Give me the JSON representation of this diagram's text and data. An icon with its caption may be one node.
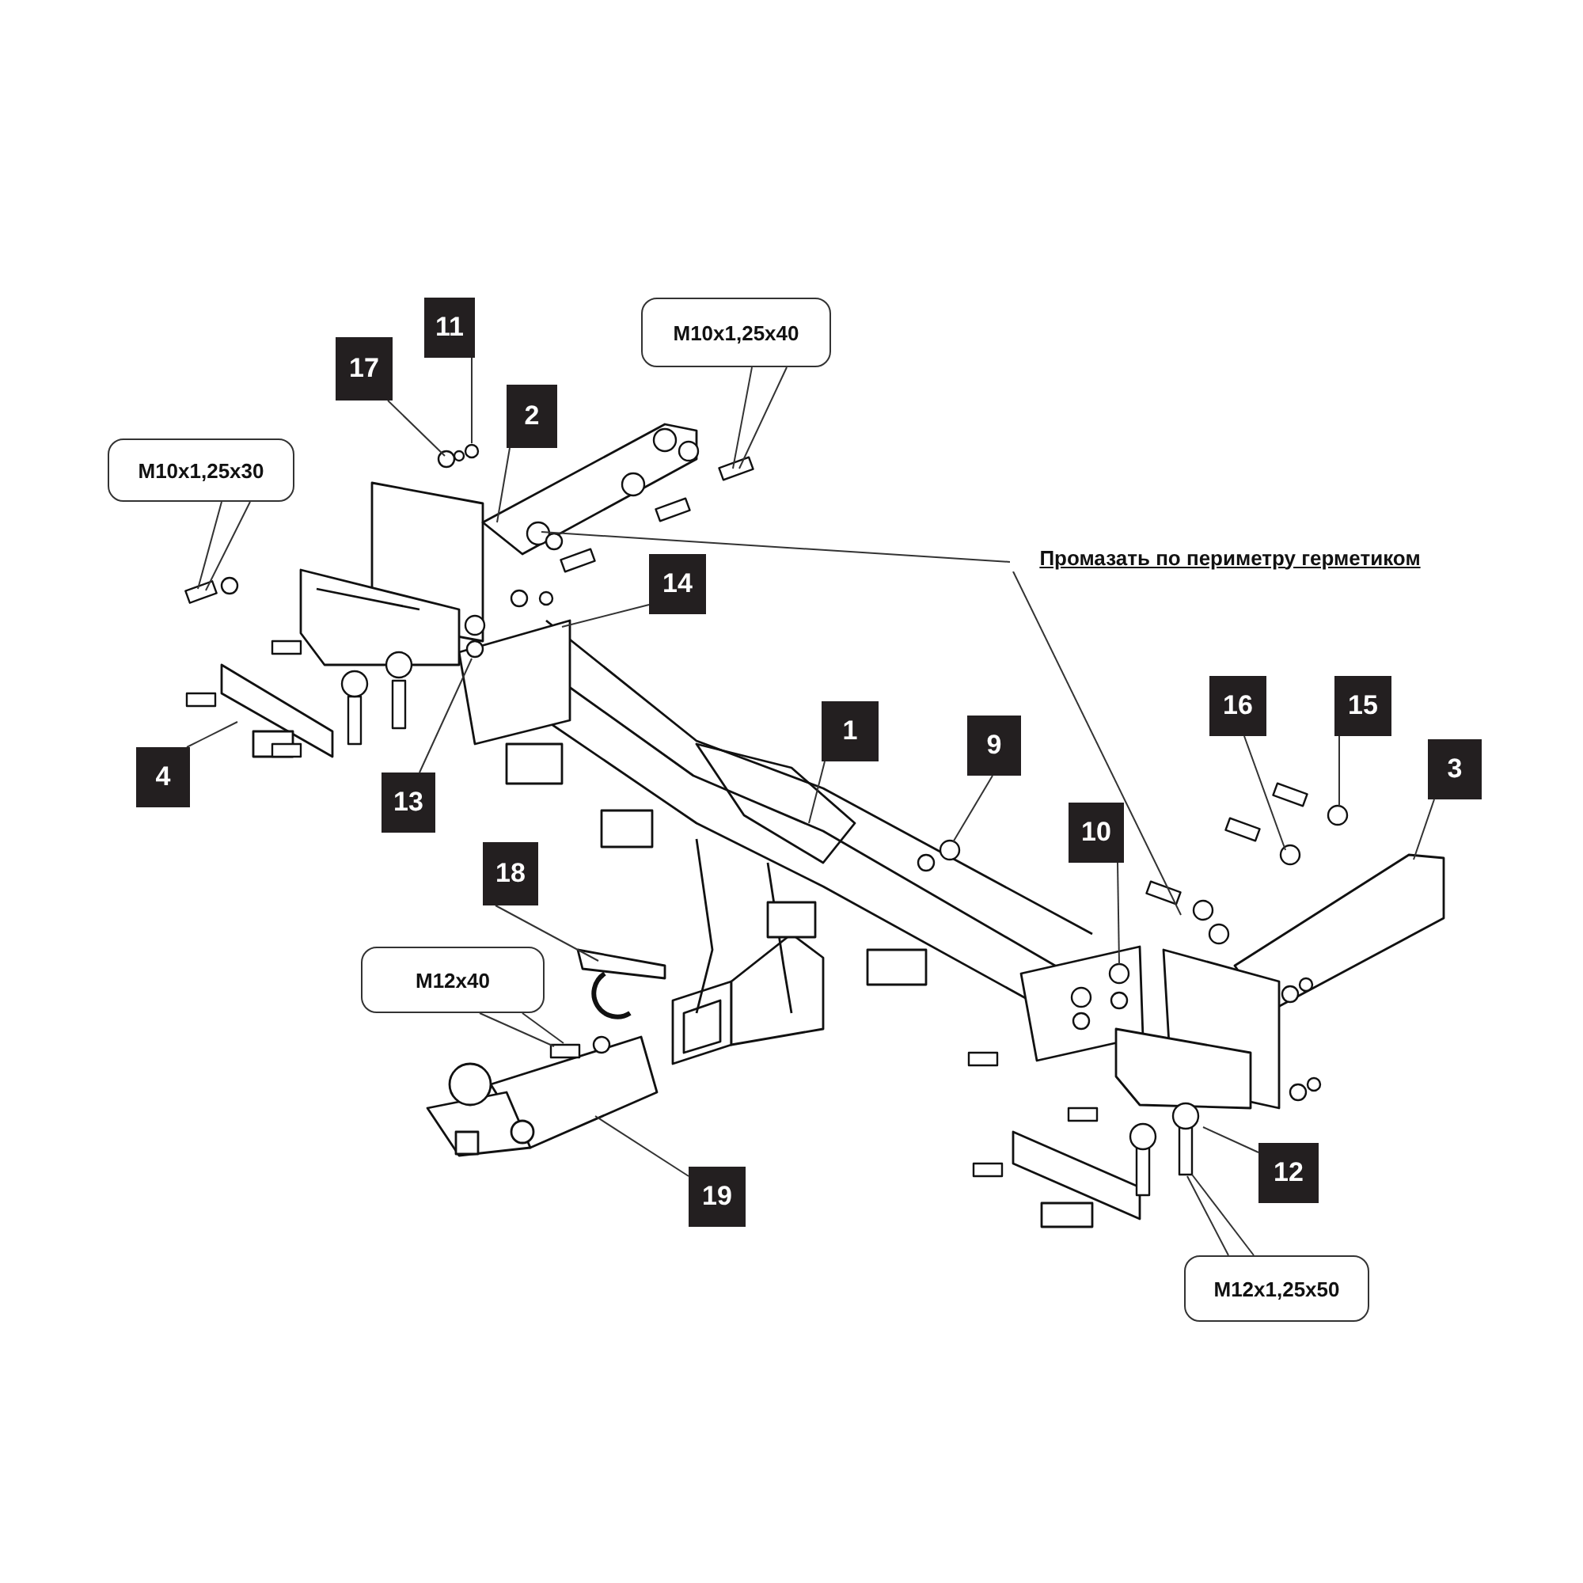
{
  "diagram": {
    "nodes": [
      {
        "text": [
          "M10x1,25x40"
        ]
      },
      {
        "text": [
          "17"
        ]
      },
      {
        "text": [
          "11"
        ]
      },
      {
        "text": [
          "2"
        ]
      },
      {
        "text": [
          "M10x1,25x30"
        ]
      },
      {
        "text": [
          "Промазать по периметру герметиком"
        ]
      },
      {
        "text": [
          "14"
        ]
      },
      {
        "text": [
          "1"
        ]
      },
      {
        "text": [
          "9"
        ]
      },
      {
        "text": [
          "16"
        ]
      },
      {
        "text": [
          "15"
        ]
      },
      {
        "text": [
          "3"
        ]
      },
      {
        "text": [
          "4"
        ]
      },
      {
        "text": [
          "13"
        ]
      },
      {
        "text": [
          "10"
        ]
      },
      {
        "text": [
          "18"
        ]
      },
      {
        "text": [
          "M12x40"
        ]
      },
      {
        "text": [
          "19"
        ]
      },
      {
        "text": [
          "12"
        ]
      },
      {
        "text": [
          "M12x1,25x50"
        ]
      }
    ],
    "edges": [
      {
        "from": 0,
        "to": null,
        "arrow": "none"
      },
      {
        "from": 0,
        "to": null,
        "arrow": "none"
      },
      {
        "from": 1,
        "to": null,
        "arrow": "none"
      },
      {
        "from": 2,
        "to": null,
        "arrow": "none"
      },
      {
        "from": 3,
        "to": null,
        "arrow": "none"
      },
      {
        "from": 4,
        "to": null,
        "arrow": "none"
      },
      {
        "from": 4,
        "to": null,
        "arrow": "none"
      },
      {
        "from": 5,
        "to": null,
        "arrow": "none"
      },
      {
        "from": 5,
        "to": null,
        "arrow": "none"
      },
      {
        "from": 6,
        "to": null,
        "arrow": "none"
      },
      {
        "from": 7,
        "to": null,
        "arrow": "none"
      },
      {
        "from": 8,
        "to": null,
        "arrow": "none"
      },
      {
        "from": 9,
        "to": null,
        "arrow": "none"
      },
      {
        "from": 10,
        "to": null,
        "arrow": "none"
      },
      {
        "from": 11,
        "to": null,
        "arrow": "none"
      },
      {
        "from": 12,
        "to": null,
        "arrow": "none"
      },
      {
        "from": 13,
        "to": null,
        "arrow": "none"
      },
      {
        "from": 14,
        "to": null,
        "arrow": "none"
      },
      {
        "from": 15,
        "to": null,
        "arrow": "none"
      },
      {
        "from": 16,
        "to": null,
        "arrow": "none"
      },
      {
        "from": 16,
        "to": null,
        "arrow": "none"
      },
      {
        "from": 17,
        "to": null,
        "arrow": "none"
      },
      {
        "from": 18,
        "to": null,
        "arrow": "none"
      },
      {
        "from": 19,
        "to": null,
        "arrow": "none"
      },
      {
        "from": 19,
        "to": null,
        "arrow": "none"
      }
    ]
  }
}
